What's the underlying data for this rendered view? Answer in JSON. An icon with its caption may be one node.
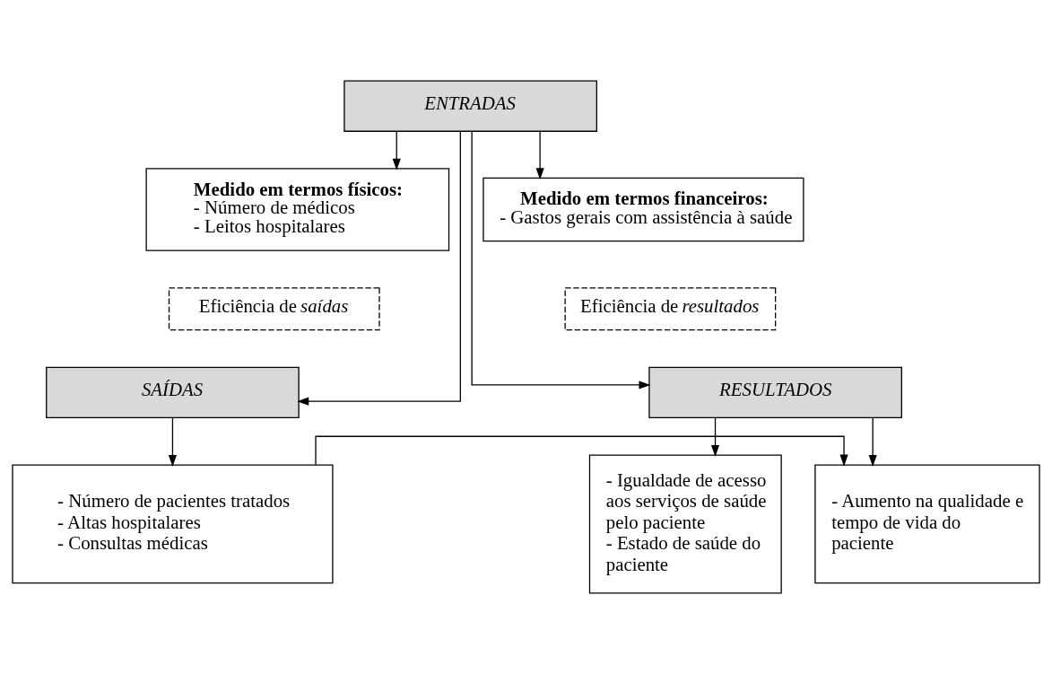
{
  "diagram": {
    "nodes": [
      {
        "text": [
          "ENTRADAS"
        ]
      },
      {
        "text": [
          "Medido em termos físicos:",
          "- Número de médicos",
          "- Leitos hospitalares"
        ]
      },
      {
        "text": [
          "Medido em termos financeiros:",
          "- Gastos gerais com assistência à saúde"
        ]
      },
      {
        "text": [
          "Eficiência de *saídas*"
        ]
      },
      {
        "text": [
          "Eficiência de *resultados*"
        ]
      },
      {
        "text": [
          "SAÍDAS"
        ]
      },
      {
        "text": [
          "RESULTADOS"
        ]
      },
      {
        "text": [
          "- Número de pacientes tratados",
          "- Altas hospitalares",
          "- Consultas médicas"
        ]
      },
      {
        "text": [
          "- Aumento na qualidade e tempo de vida do paciente"
        ]
      },
      {
        "text": [
          "- Igualdade de acesso aos serviços de saúde pelo paciente",
          "- Estado de saúde do paciente"
        ]
      }
    ],
    "edges": [
      {
        "from": 0,
        "to": 1,
        "arrow": "to"
      },
      {
        "from": 0,
        "to": 2,
        "arrow": "to"
      },
      {
        "from": 0,
        "to": 5,
        "arrow": "to"
      },
      {
        "from": 0,
        "to": 6,
        "arrow": "to"
      },
      {
        "from": 5,
        "to": 7,
        "arrow": "to"
      },
      {
        "from": 6,
        "to": 8,
        "arrow": "to"
      },
      {
        "from": 6,
        "to": 9,
        "arrow": "to"
      },
      {
        "from": 7,
        "to": 8,
        "arrow": "to"
      }
    ]
  }
}
